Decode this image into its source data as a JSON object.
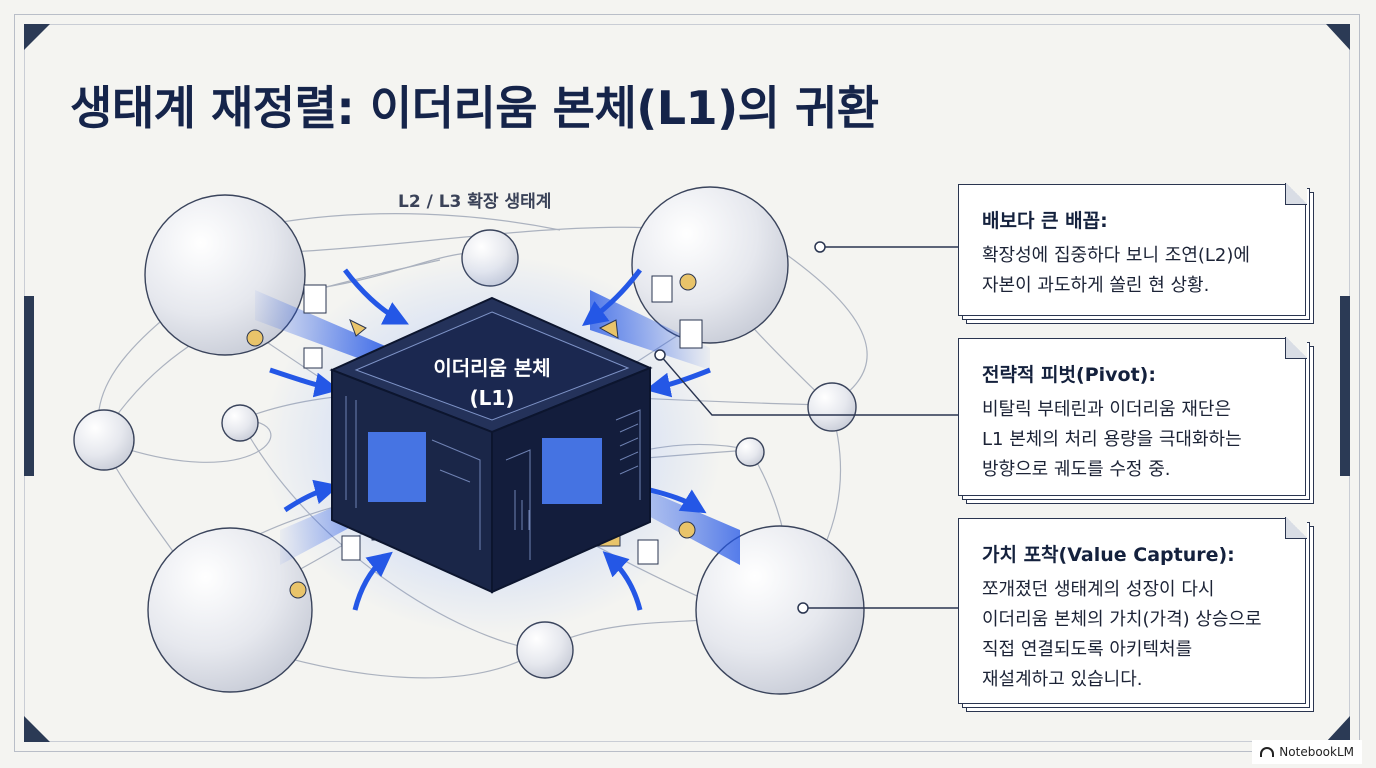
{
  "title": "생태계 재정렬: 이더리움 본체(L1)의 귀환",
  "diagram": {
    "ecosystem_label": "L2 / L3 확장 생태계",
    "core_label_line1": "이더리움 본체",
    "core_label_line2": "(L1)"
  },
  "cards": [
    {
      "heading": "배보다 큰 배꼽:",
      "body": "확장성에 집중하다 보니 조연(L2)에\n자본이 과도하게 쏠린 현 상황."
    },
    {
      "heading": "전략적 피벗(Pivot):",
      "body": "비탈릭 부테린과 이더리움 재단은\nL1 본체의 처리 용량을 극대화하는\n방향으로 궤도를 수정 중."
    },
    {
      "heading": "가치 포착(Value Capture):",
      "body": "쪼개졌던 생태계의 성장이 다시\n이더리움 본체의 가치(가격) 상승으로\n직접 연결되도록 아키텍처를\n재설계하고 있습니다."
    }
  ],
  "brand": "NotebookLM",
  "colors": {
    "navy": "#15244a",
    "cube": "#1d2a4e",
    "glow": "#2f6cff",
    "arrow": "#2457e6",
    "bubble": "#e4e6ec"
  }
}
